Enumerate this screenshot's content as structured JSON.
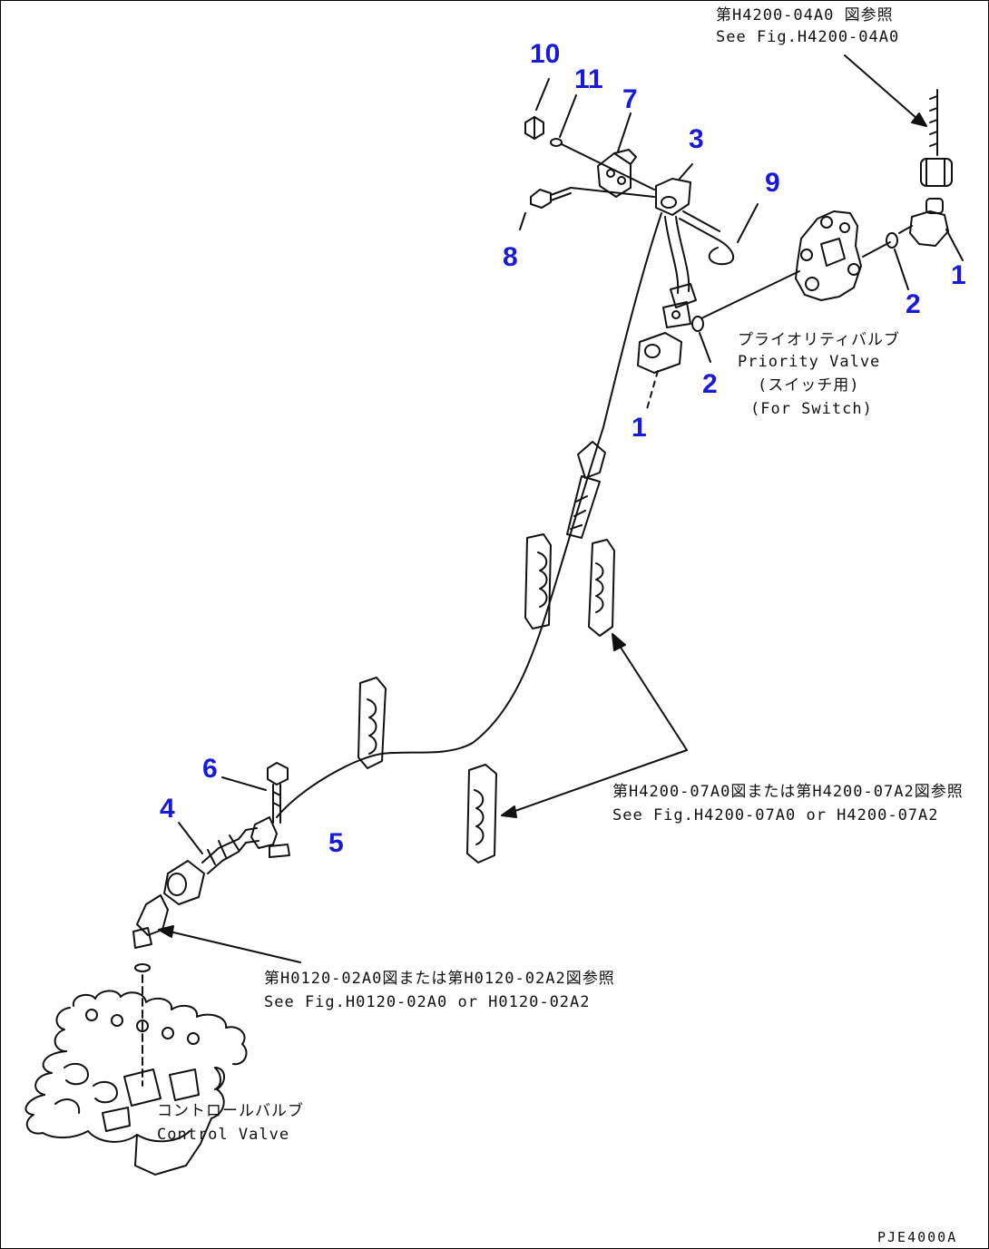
{
  "callouts": {
    "c10": "10",
    "c11": "11",
    "c7": "7",
    "c3": "3",
    "c9": "9",
    "c8": "8",
    "c1_top": "1",
    "c2_top": "2",
    "c2_mid": "2",
    "c1_mid": "1",
    "c6": "6",
    "c4": "4",
    "c5": "5"
  },
  "notes": {
    "fig_04a0_jp": "第H4200-04A0 図参照",
    "fig_04a0_en": "See Fig.H4200-04A0",
    "priority_jp": "プライオリティバルブ",
    "priority_en": "Priority Valve",
    "switch_jp": "(スイッチ用)",
    "switch_en": "(For Switch)",
    "fig_07a0_jp": "第H4200-07A0図または第H4200-07A2図参照",
    "fig_07a0_en": "See Fig.H4200-07A0 or H4200-07A2",
    "fig_02a0_jp": "第H0120-02A0図または第H0120-02A2図参照",
    "fig_02a0_en": "See Fig.H0120-02A0 or H0120-02A2",
    "control_jp": "コントロールバルブ",
    "control_en": "Control Valve"
  },
  "drawing_code": "PJE4000A",
  "colors": {
    "callout": "#1a1ad0",
    "line": "#111111",
    "background": "#ffffff"
  }
}
